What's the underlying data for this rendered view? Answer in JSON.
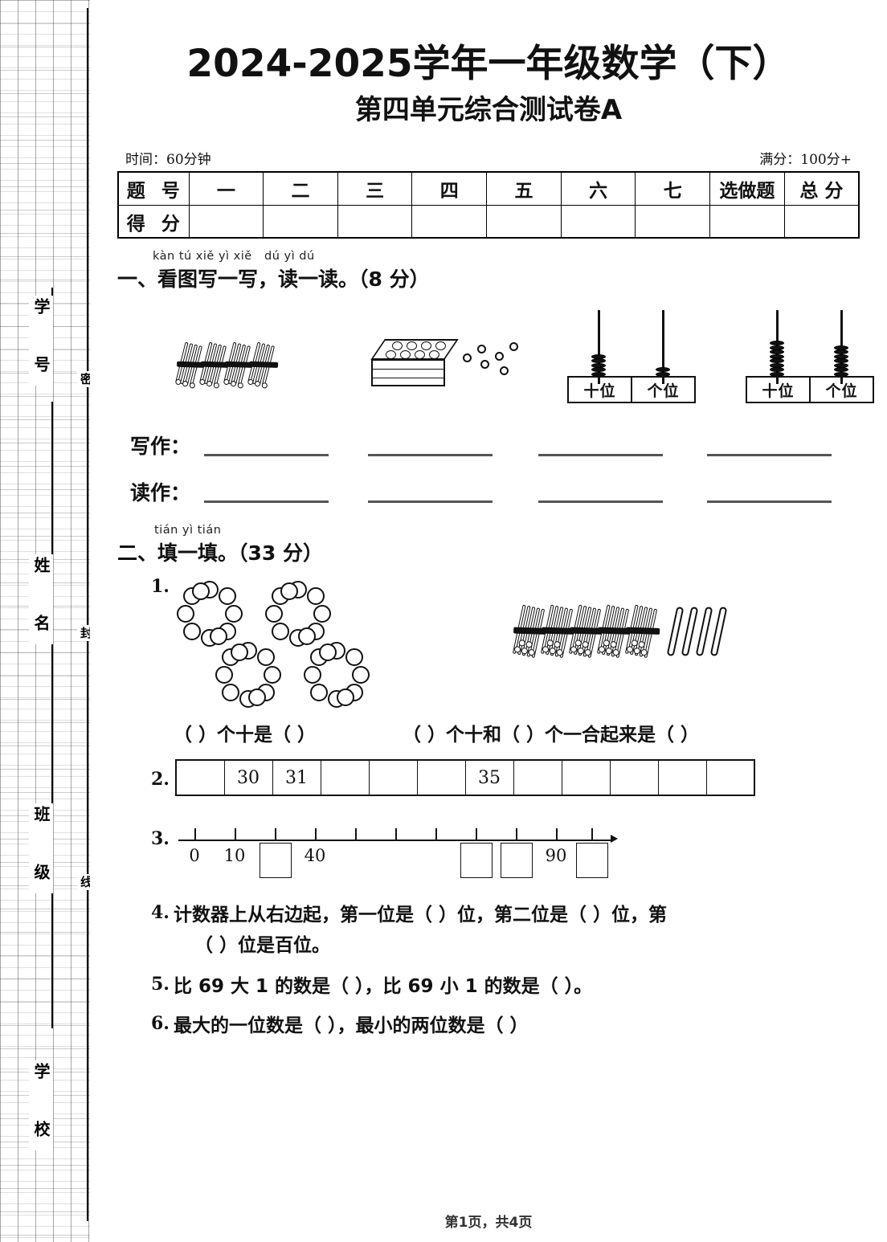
{
  "sidebar": {
    "fields": [
      "学 号",
      "姓 名",
      "班 级",
      "学 校"
    ],
    "seal_marks": [
      "密",
      "封",
      "线"
    ]
  },
  "header": {
    "title_line1": "2024-2025学年一年级数学（下）",
    "title_line2": "第四单元综合测试卷A",
    "time_label": "时间：60分钟",
    "full_score_label": "满分：100分+"
  },
  "score_table": {
    "row1_header": "题 号",
    "row2_header": "得 分",
    "columns": [
      "一",
      "二",
      "三",
      "四",
      "五",
      "六",
      "七",
      "选做题",
      "总 分"
    ],
    "scores": [
      "",
      "",
      "",
      "",
      "",
      "",
      "",
      "",
      ""
    ]
  },
  "section1": {
    "pinyin": "kàn tú xiě yì xiě   dú yì dú",
    "title": "一、看图写一写，读一读。（8 分）",
    "write_label": "写作：",
    "read_label": "读作：",
    "counter_labels": [
      "十位",
      "个位"
    ],
    "items": [
      {
        "kind": "stick-bundles",
        "bundles": 4,
        "singles": 0
      },
      {
        "kind": "egg-box",
        "eggs": 10,
        "loose": 6
      },
      {
        "kind": "counter",
        "tens_beads": 5,
        "ones_beads": 2
      },
      {
        "kind": "counter",
        "tens_beads": 8,
        "ones_beads": 7
      }
    ]
  },
  "section2": {
    "pinyin": "tián yì tián",
    "title": "二、填一填。（33 分）",
    "questions": [
      {
        "no": "1.",
        "rings": 4,
        "ring_circles": 10,
        "right_bundles": 5,
        "right_singles": 4,
        "text_left": "（      ）个十是（        ）",
        "text_right": "（        ）个十和（        ）个一合起来是（          ）"
      },
      {
        "no": "2.",
        "cells": [
          "",
          "30",
          "31",
          "",
          "",
          "",
          "35",
          "",
          "",
          "",
          "",
          ""
        ]
      },
      {
        "no": "3.",
        "tick_count": 11,
        "labels": [
          "0",
          "10",
          "",
          "40",
          "",
          "",
          "",
          "",
          "",
          "90",
          ""
        ],
        "boxes_at": [
          2,
          7,
          8,
          10
        ]
      },
      {
        "no": "4.",
        "line1": "计数器上从右边起，第一位是（             ）位，第二位是（             ）位，第",
        "line2": "（          ）位是百位。"
      },
      {
        "no": "5.",
        "line1": "比 69 大 1 的数是（           ），比 69 小 1 的数是（           ）。"
      },
      {
        "no": "6.",
        "line1": "最大的一位数是（           ），最小的两位数是（           ）"
      }
    ]
  },
  "footer": {
    "page_text": "第1页，共4页"
  }
}
